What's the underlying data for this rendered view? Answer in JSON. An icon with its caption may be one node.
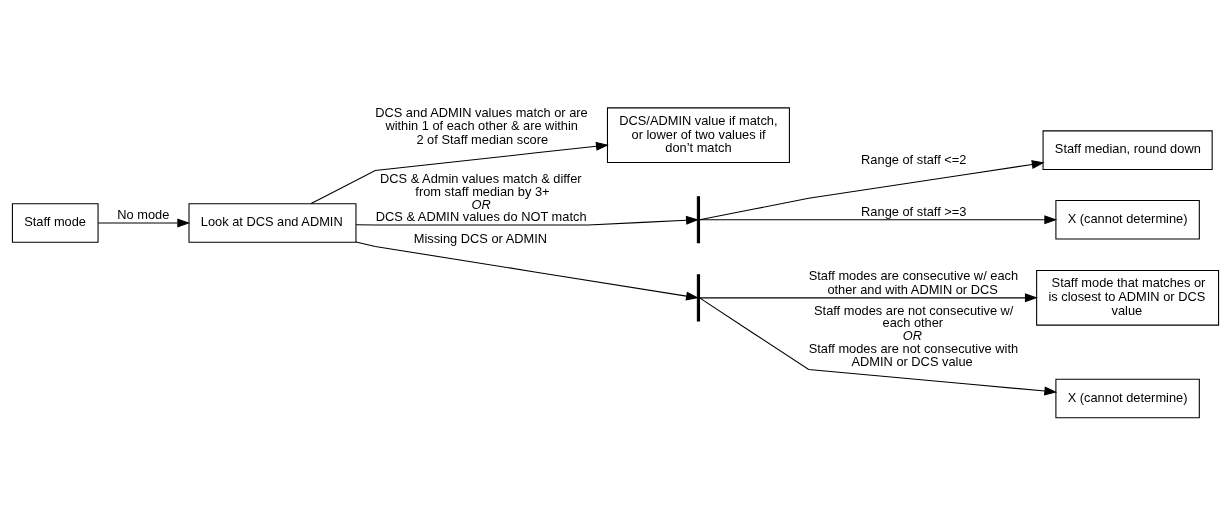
{
  "diagram": {
    "nodes": [
      {
        "text": [
          "Staff mode"
        ]
      },
      {
        "text": [
          "Look at DCS and ADMIN"
        ]
      },
      {
        "text": [
          "DCS/ADMIN value if match, or lower of two values if don’t match"
        ]
      },
      {
        "text": [],
        "shape": "bar"
      },
      {
        "text": [
          "Staff median, round down"
        ]
      },
      {
        "text": [
          "X (cannot determine)"
        ]
      },
      {
        "text": [],
        "shape": "bar"
      },
      {
        "text": [
          "Staff mode that matches or is closest to ADMIN or DCS value"
        ]
      },
      {
        "text": [
          "X (cannot determine)"
        ]
      }
    ],
    "edges": [
      {
        "from": 0,
        "to": 1,
        "arrow": "to",
        "label": "No mode"
      },
      {
        "from": 1,
        "to": 2,
        "arrow": "to",
        "label": "DCS and ADMIN values match or are within 1 of each other & are within 2 of Staff median score"
      },
      {
        "from": 1,
        "to": 3,
        "arrow": "to",
        "label": "DCS & Admin values match & differ from staff median by 3+ *OR* DCS & ADMIN values do NOT match"
      },
      {
        "from": 3,
        "to": 4,
        "arrow": "to",
        "label": "Range of staff <=2"
      },
      {
        "from": 3,
        "to": 5,
        "arrow": "to",
        "label": "Range of staff >=3"
      },
      {
        "from": 1,
        "to": 6,
        "arrow": "to",
        "label": "Missing DCS or ADMIN"
      },
      {
        "from": 6,
        "to": 7,
        "arrow": "to",
        "label": "Staff modes are consecutive w/ each other and with ADMIN or DCS"
      },
      {
        "from": 6,
        "to": 8,
        "arrow": "to",
        "label": "Staff modes are not consecutive w/ each other *OR* Staff modes are not consecutive with ADMIN or DCS value"
      }
    ]
  }
}
